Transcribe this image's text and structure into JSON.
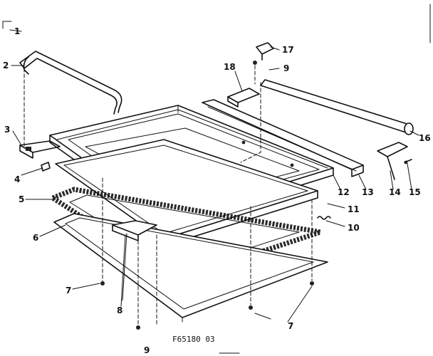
{
  "callouts": {
    "c1": "1",
    "c2": "2",
    "c3": "3",
    "c4": "4",
    "c5": "5",
    "c6": "6",
    "c7a": "7",
    "c7b": "7",
    "c8": "8",
    "c9a": "9",
    "c9b": "9",
    "c10": "10",
    "c11": "11",
    "c12": "12",
    "c13": "13",
    "c14": "14",
    "c15": "15",
    "c16": "16",
    "c17": "17",
    "c18": "18"
  },
  "figure_code": "F65180 03"
}
